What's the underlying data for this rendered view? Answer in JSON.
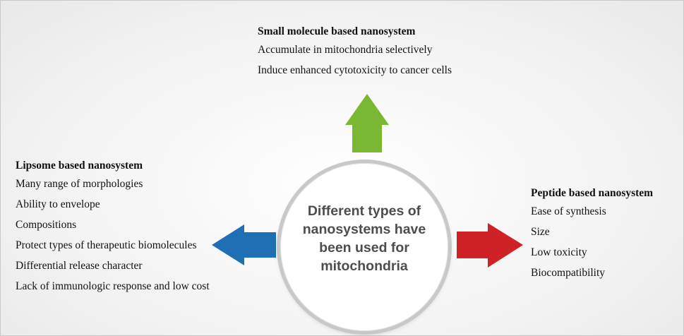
{
  "center": {
    "lines": [
      "Different types of",
      "nanosystems have",
      "been used for",
      "mitochondria"
    ]
  },
  "top": {
    "heading": "Small molecule based nanosystem",
    "items": [
      "Accumulate in mitochondria selectively",
      "Induce enhanced cytotoxicity to cancer cells"
    ],
    "arrow_color": "#7ab733"
  },
  "left": {
    "heading": "Lipsome based nanosystem",
    "items": [
      "Many range of morphologies",
      "Ability to envelope",
      "Compositions",
      "Protect types of therapeutic biomolecules",
      "Differential release character",
      "Lack of immunologic response and low cost"
    ],
    "arrow_color": "#1e6fb4"
  },
  "right": {
    "heading": "Peptide based nanosystem",
    "items": [
      "Ease of synthesis",
      "Size",
      "Low toxicity",
      "Biocompatibility"
    ],
    "arrow_color": "#cf2227"
  }
}
